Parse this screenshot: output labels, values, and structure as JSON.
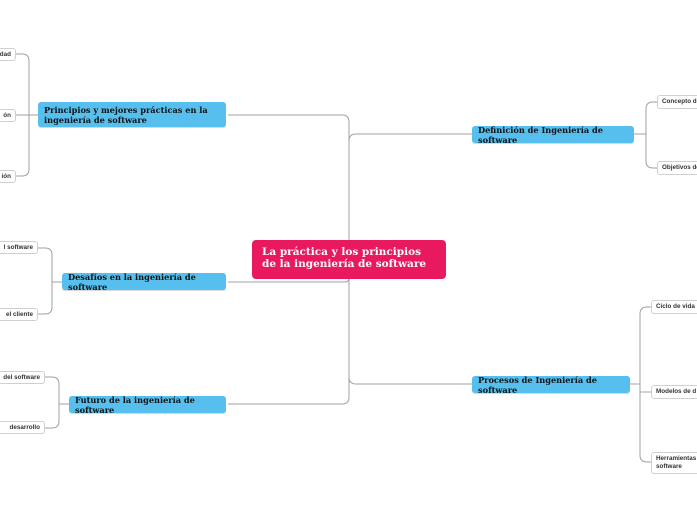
{
  "central": {
    "label": "La práctica y los principios de la ingeniería de software"
  },
  "branches": {
    "principios": {
      "label": "Principios y mejores prácticas en la ingeniería de software",
      "subs": [
        "dad",
        "ón",
        "ión"
      ]
    },
    "desafios": {
      "label": "Desafíos en la ingeniería de software",
      "subs": [
        "l software",
        "el cliente"
      ]
    },
    "futuro": {
      "label": "Futuro de la ingeniería de software",
      "subs": [
        "del software",
        "desarrollo"
      ]
    },
    "definicion": {
      "label": "Definición de Ingeniería de software",
      "subs": [
        "Concepto de",
        "Objetivos de"
      ]
    },
    "procesos": {
      "label": "Procesos de Ingeniería de software",
      "subs": [
        "Ciclo de vida",
        "Modelos de d",
        "Herramientas software"
      ]
    }
  },
  "colors": {
    "central": "#e8195e",
    "main": "#56bfee",
    "line": "#9a9a9a"
  }
}
